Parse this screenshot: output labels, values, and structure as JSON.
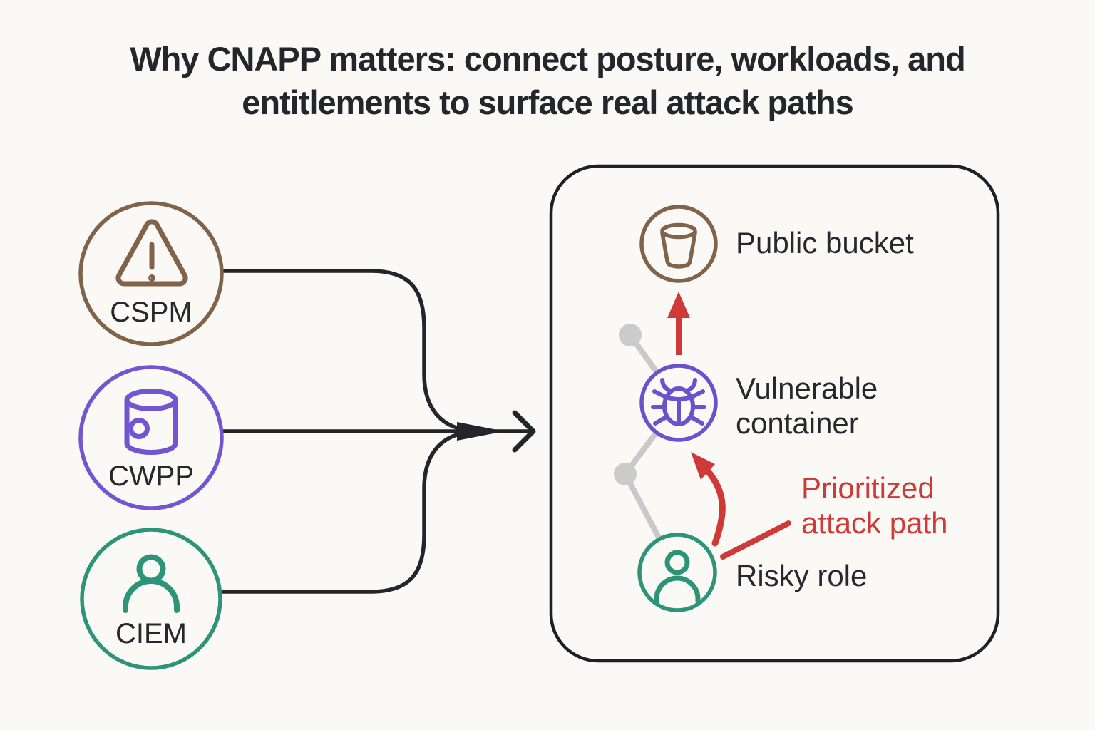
{
  "title": {
    "line1": "Why CNAPP matters: connect posture, workloads, and",
    "line2": "entitlements to surface real attack paths"
  },
  "sources": [
    {
      "label": "CSPM",
      "icon": "warning-triangle-icon",
      "color": "#816349"
    },
    {
      "label": "CWPP",
      "icon": "container-icon",
      "color": "#7155D1"
    },
    {
      "label": "CIEM",
      "icon": "user-icon",
      "color": "#2E9478"
    }
  ],
  "panel": {
    "nodes": [
      {
        "label": "Public bucket",
        "icon": "bucket-icon",
        "color": "#816349"
      },
      {
        "label": "Vulnerable container",
        "icon": "bug-icon",
        "color": "#6B52CC"
      },
      {
        "label": "Risky role",
        "icon": "user-icon",
        "color": "#2E9478"
      }
    ],
    "annotation": {
      "label": "Prioritized attack path",
      "color": "#CE3A38"
    }
  },
  "colors": {
    "background": "#FAF9F6",
    "connector_black": "#22252B",
    "link_gray": "#C9C9C9",
    "attack_red": "#CE3A38",
    "text_dark": "#24262B"
  }
}
